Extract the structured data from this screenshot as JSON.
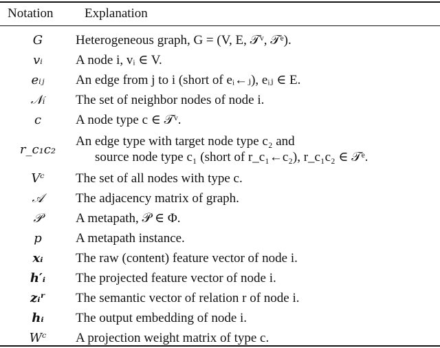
{
  "header": {
    "notation": "Notation",
    "explanation": "Explanation"
  },
  "rows": [
    {
      "symbol": "G",
      "explanation": "Heterogeneous graph, G = (V, E, 𝒯ᵛ, 𝒯ᵉ).",
      "bold": false
    },
    {
      "symbol": "vᵢ",
      "explanation": "A node i,  vᵢ ∈ V.",
      "bold": false
    },
    {
      "symbol": "eᵢⱼ",
      "explanation": "An edge from j to i (short of eᵢ←ⱼ),  eᵢⱼ ∈ E.",
      "bold": false
    },
    {
      "symbol": "𝒩ᵢ",
      "explanation": "The set of neighbor nodes of node i.",
      "bold": false
    },
    {
      "symbol": "c",
      "explanation": "A node type c ∈ 𝒯ᵛ.",
      "bold": false
    },
    {
      "symbol": "r_c₁c₂",
      "explanation": "An edge type with target node type c₂ and",
      "explanation2": "source node type c₁ (short of r_c₁←c₂),  r_c₁c₂ ∈ 𝒯ᵉ.",
      "bold": false
    },
    {
      "symbol": "Vᶜ",
      "explanation": "The set of all nodes with type c.",
      "bold": false
    },
    {
      "symbol": "𝒜",
      "explanation": "The adjacency matrix of graph.",
      "bold": false
    },
    {
      "symbol": "𝒫",
      "explanation": "A metapath,  𝒫 ∈ Φ.",
      "bold": false
    },
    {
      "symbol": "p",
      "explanation": "A metapath instance.",
      "bold": false
    },
    {
      "symbol": "xᵢ",
      "explanation": "The raw (content) feature vector of node i.",
      "bold": true
    },
    {
      "symbol": "h′ᵢ",
      "explanation": "The projected feature vector of node i.",
      "bold": true
    },
    {
      "symbol": "zᵢʳ",
      "explanation": "The semantic vector of relation r of node i.",
      "bold": true
    },
    {
      "symbol": "hᵢ",
      "explanation": "The output embedding of node i.",
      "bold": true
    },
    {
      "symbol": "Wᶜ",
      "explanation": "A projection weight matrix of type c.",
      "bold": false
    }
  ]
}
